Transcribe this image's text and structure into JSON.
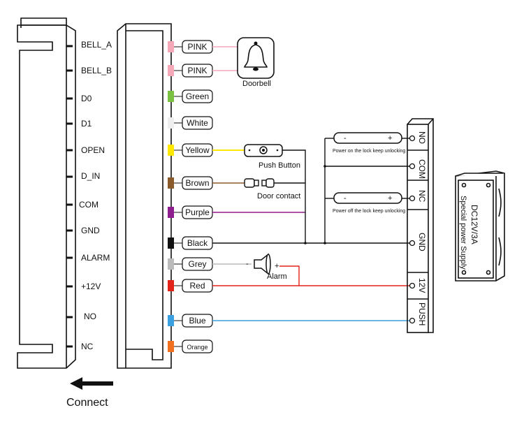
{
  "pins": [
    "BELL_A",
    "BELL_B",
    "D0",
    "D1",
    "OPEN",
    "D_IN",
    "COM",
    "GND",
    "ALARM",
    "+12V",
    "NO",
    "NC"
  ],
  "wires": [
    {
      "label": "PINK",
      "color": "#f4a8b8"
    },
    {
      "label": "PINK",
      "color": "#f4a8b8"
    },
    {
      "label": "Green",
      "color": "#7ac142"
    },
    {
      "label": "White",
      "color": "#eeeeee"
    },
    {
      "label": "Yellow",
      "color": "#ffe800"
    },
    {
      "label": "Brown",
      "color": "#8b5a2b"
    },
    {
      "label": "Purple",
      "color": "#8e1d8e"
    },
    {
      "label": "Black",
      "color": "#111111"
    },
    {
      "label": "Grey",
      "color": "#bbbbbb"
    },
    {
      "label": "Red",
      "color": "#e2231a"
    },
    {
      "label": "Blue",
      "color": "#3aa0e0"
    },
    {
      "label": "Orange",
      "color": "#f07020"
    }
  ],
  "devices": {
    "doorbell": "Doorbell",
    "push_button": "Push Button",
    "door_contact": "Door contact",
    "alarm": "Alarm",
    "alarm_minus": "-",
    "alarm_plus": "+",
    "lock_unlock_on": "Power on the lock keep unlocking",
    "lock_unlock_off": "Power off the lock keep unlocking",
    "lock_minus": "-",
    "lock_plus": "+"
  },
  "power_supply": {
    "terminals": [
      "NO",
      "COM",
      "NC",
      "GND",
      "12V",
      "PUSH"
    ],
    "label_main": "DC12V/3A",
    "label_sub": "Special power Supply"
  },
  "connect_label": "Connect"
}
